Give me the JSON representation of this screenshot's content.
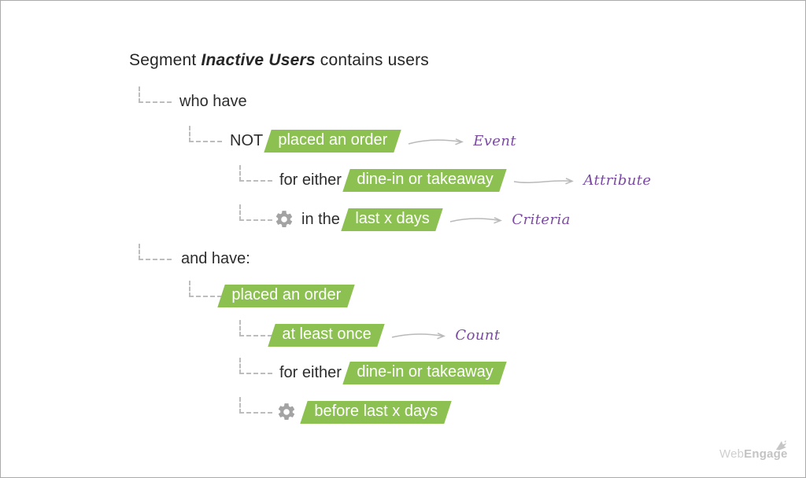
{
  "title": {
    "prefix": "Segment",
    "segment_name": "Inactive Users",
    "suffix": "contains users"
  },
  "tree": {
    "rows": [
      {
        "text": "who have"
      },
      {
        "prefix": "NOT",
        "chip": "placed an order",
        "annotation": "Event"
      },
      {
        "prefix": "for either",
        "chip": "dine-in or takeaway",
        "annotation": "Attribute"
      },
      {
        "prefix": "in the",
        "chip": "last x days",
        "annotation": "Criteria",
        "icon": "gear-icon"
      },
      {
        "text": "and have:"
      },
      {
        "chip": "placed an order"
      },
      {
        "chip": "at least once",
        "annotation": "Count"
      },
      {
        "prefix": "for either",
        "chip": "dine-in or takeaway"
      },
      {
        "chip": "before last x days",
        "icon": "gear-icon"
      }
    ]
  },
  "icons": {
    "gear": "gear-icon",
    "arrow": "arrow-right-icon",
    "logo_mark": "webengage-logomark-icon"
  },
  "colors": {
    "chip_green": "#8cc152",
    "annotation_purple": "#7a4ba0",
    "connector_gray": "#bdbdbd",
    "arrow_gray": "#b9b9b9",
    "gear_gray": "#a3a3a3",
    "text_dark": "#262626",
    "logo_gray": "#c9c9c9",
    "border_gray": "#ababab"
  },
  "logo": {
    "part1": "Web",
    "part2": "Engage"
  }
}
